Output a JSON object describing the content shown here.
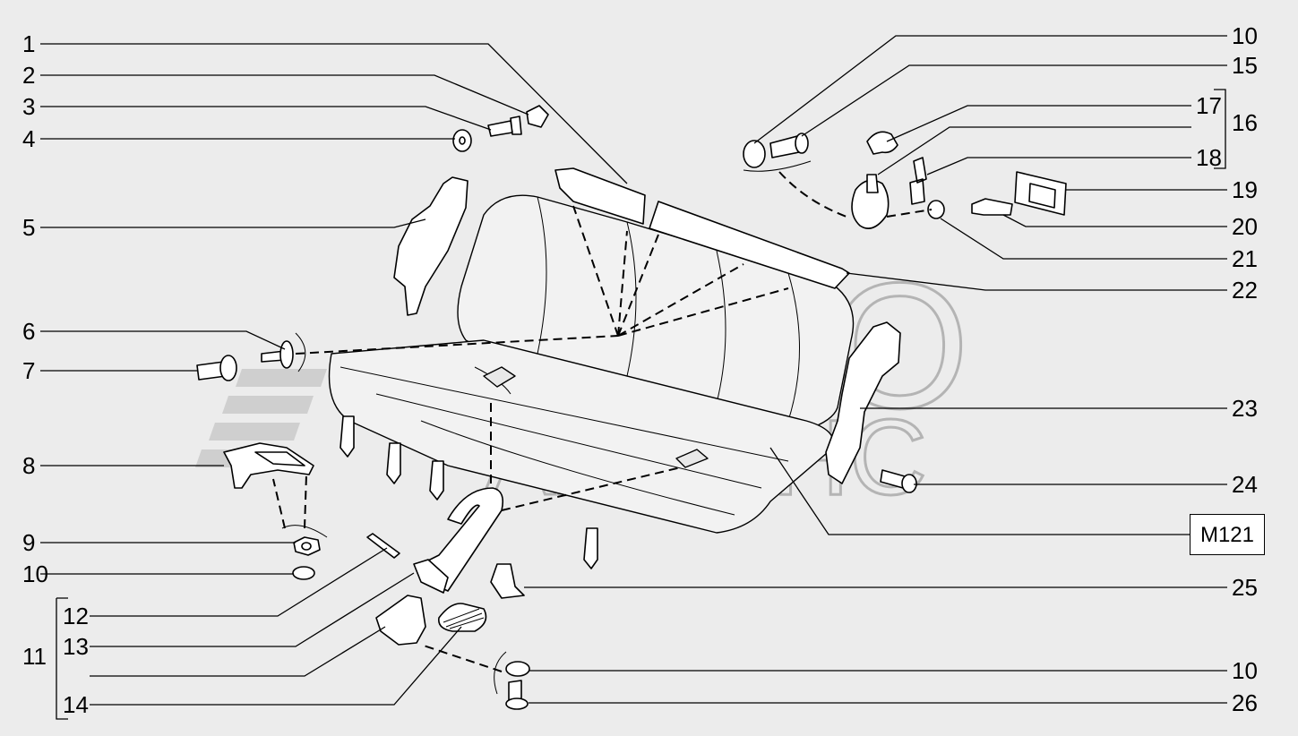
{
  "diagram": {
    "code": "M121",
    "watermark": {
      "line1": "АВТО",
      "line2": "АЛЬЯНС"
    },
    "callouts_left": [
      "1",
      "2",
      "3",
      "4",
      "5",
      "6",
      "7",
      "8",
      "9",
      "10"
    ],
    "callouts_group": [
      "11",
      "12",
      "13",
      "14"
    ],
    "callouts_right": [
      "10",
      "15",
      "16",
      "17",
      "18",
      "19",
      "20",
      "21",
      "22",
      "23",
      "24",
      "25",
      "10",
      "26"
    ]
  }
}
